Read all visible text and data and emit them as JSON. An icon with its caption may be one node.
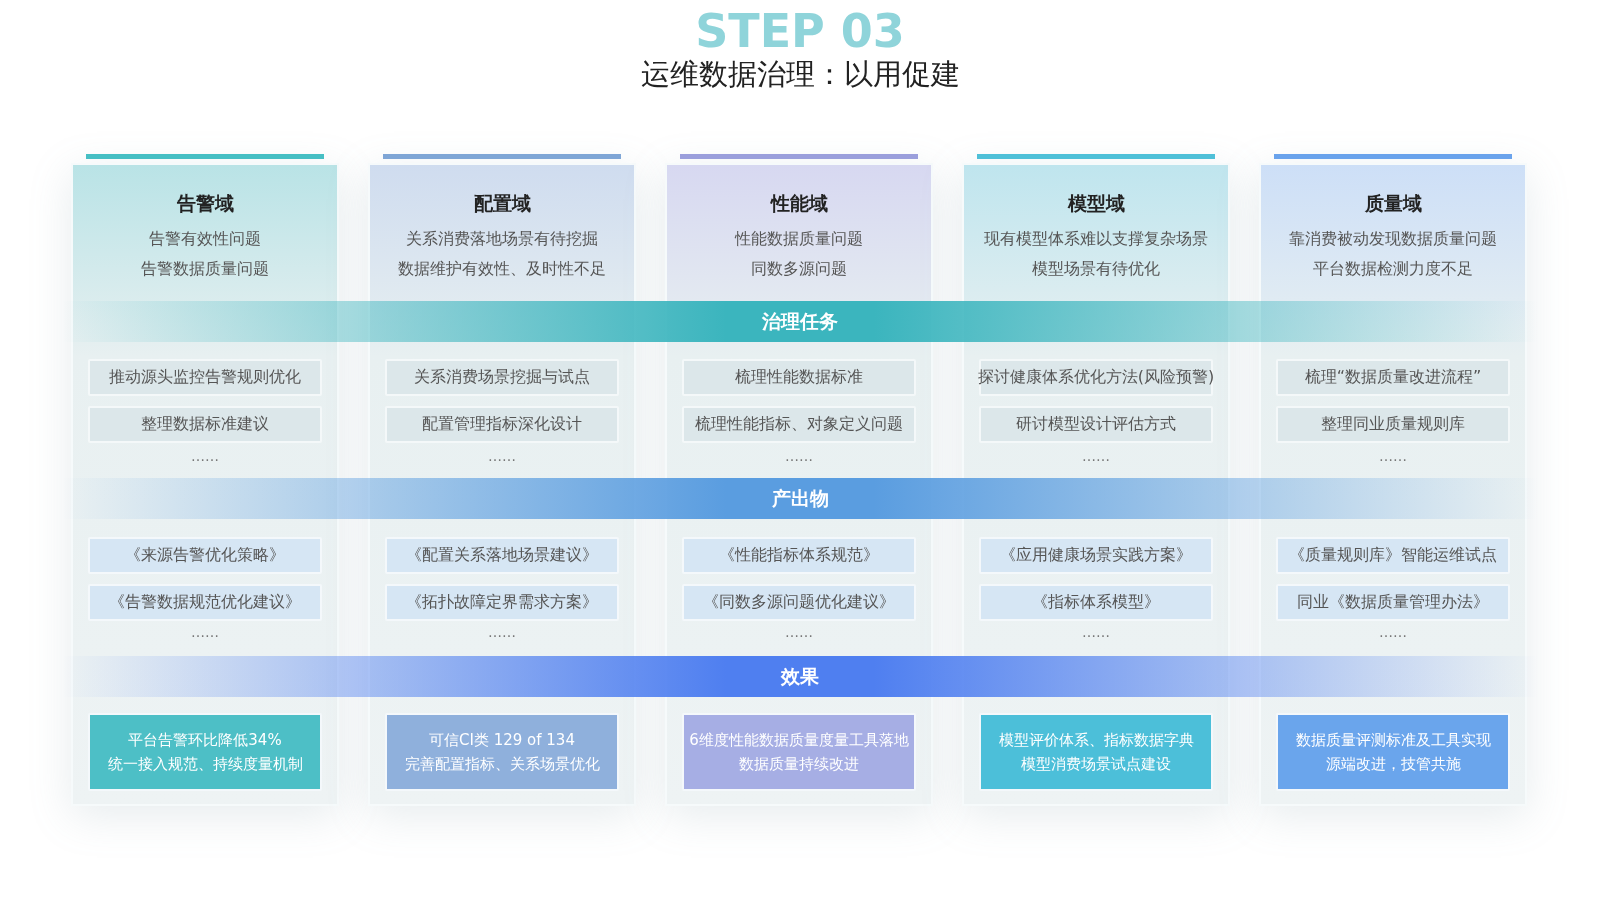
{
  "diagram": {
    "title": "运维数据治理：以用促建",
    "nodes": [
      {
        "text": [
          "告警域",
          "告警有效性问题",
          "告警数据质量问题"
        ]
      },
      {
        "text": [
          "推动源头监控告警规则优化"
        ],
        "in": 0
      },
      {
        "text": [
          "整理数据标准建议"
        ],
        "in": 0
      },
      {
        "text": [
          "《来源告警优化策略》"
        ],
        "in": 0
      },
      {
        "text": [
          "《告警数据规范优化建议》"
        ],
        "in": 0
      },
      {
        "text": [
          "平台告警环比降低34%",
          "统一接入规范、持续度量机制"
        ],
        "in": 0
      },
      {
        "text": [
          "配置域",
          "关系消费落地场景有待挖掘",
          "数据维护有效性、及时性不足"
        ]
      },
      {
        "text": [
          "关系消费场景挖掘与试点"
        ],
        "in": 6
      },
      {
        "text": [
          "配置管理指标深化设计"
        ],
        "in": 6
      },
      {
        "text": [
          "《配置关系落地场景建议》"
        ],
        "in": 6
      },
      {
        "text": [
          "《拓扑故障定界需求方案》"
        ],
        "in": 6
      },
      {
        "text": [
          "可信CI类 129 of 134",
          "完善配置指标、关系场景优化"
        ],
        "in": 6
      },
      {
        "text": [
          "性能域",
          "性能数据质量问题",
          "同数多源问题"
        ]
      },
      {
        "text": [
          "梳理性能数据标准"
        ],
        "in": 12
      },
      {
        "text": [
          "梳理性能指标、对象定义问题"
        ],
        "in": 12
      },
      {
        "text": [
          "《性能指标体系规范》"
        ],
        "in": 12
      },
      {
        "text": [
          "《同数多源问题优化建议》"
        ],
        "in": 12
      },
      {
        "text": [
          "6维度性能数据质量度量工具落地",
          "数据质量持续改进"
        ],
        "in": 12
      },
      {
        "text": [
          "模型域",
          "现有模型体系难以支撑复杂场景",
          "模型场景有待优化"
        ]
      },
      {
        "text": [
          "探讨健康体系优化方法(风险预警)"
        ],
        "in": 18
      },
      {
        "text": [
          "研讨模型设计评估方式"
        ],
        "in": 18
      },
      {
        "text": [
          "《应用健康场景实践方案》"
        ],
        "in": 18
      },
      {
        "text": [
          "《指标体系模型》"
        ],
        "in": 18
      },
      {
        "text": [
          "模型评价体系、指标数据字典",
          "模型消费场景试点建设"
        ],
        "in": 18
      },
      {
        "text": [
          "质量域",
          "靠消费被动发现数据质量问题",
          "平台数据检测力度不足"
        ]
      },
      {
        "text": [
          "梳理“数据质量改进流程”"
        ],
        "in": 24
      },
      {
        "text": [
          "整理同业质量规则库"
        ],
        "in": 24
      },
      {
        "text": [
          "《质量规则库》智能运维试点"
        ],
        "in": 24
      },
      {
        "text": [
          "同业《数据质量管理办法》"
        ],
        "in": 24
      },
      {
        "text": [
          "数据质量评测标准及工具实现",
          "源端改进，技管共施"
        ],
        "in": 24
      },
      {
        "text": [
          "治理任务"
        ]
      },
      {
        "text": [
          "产出物"
        ]
      },
      {
        "text": [
          "效果"
        ]
      }
    ],
    "labels": [
      "STEP 03",
      "……",
      "……",
      "……",
      "……",
      "……",
      "……",
      "……",
      "……",
      "……",
      "……"
    ]
  }
}
